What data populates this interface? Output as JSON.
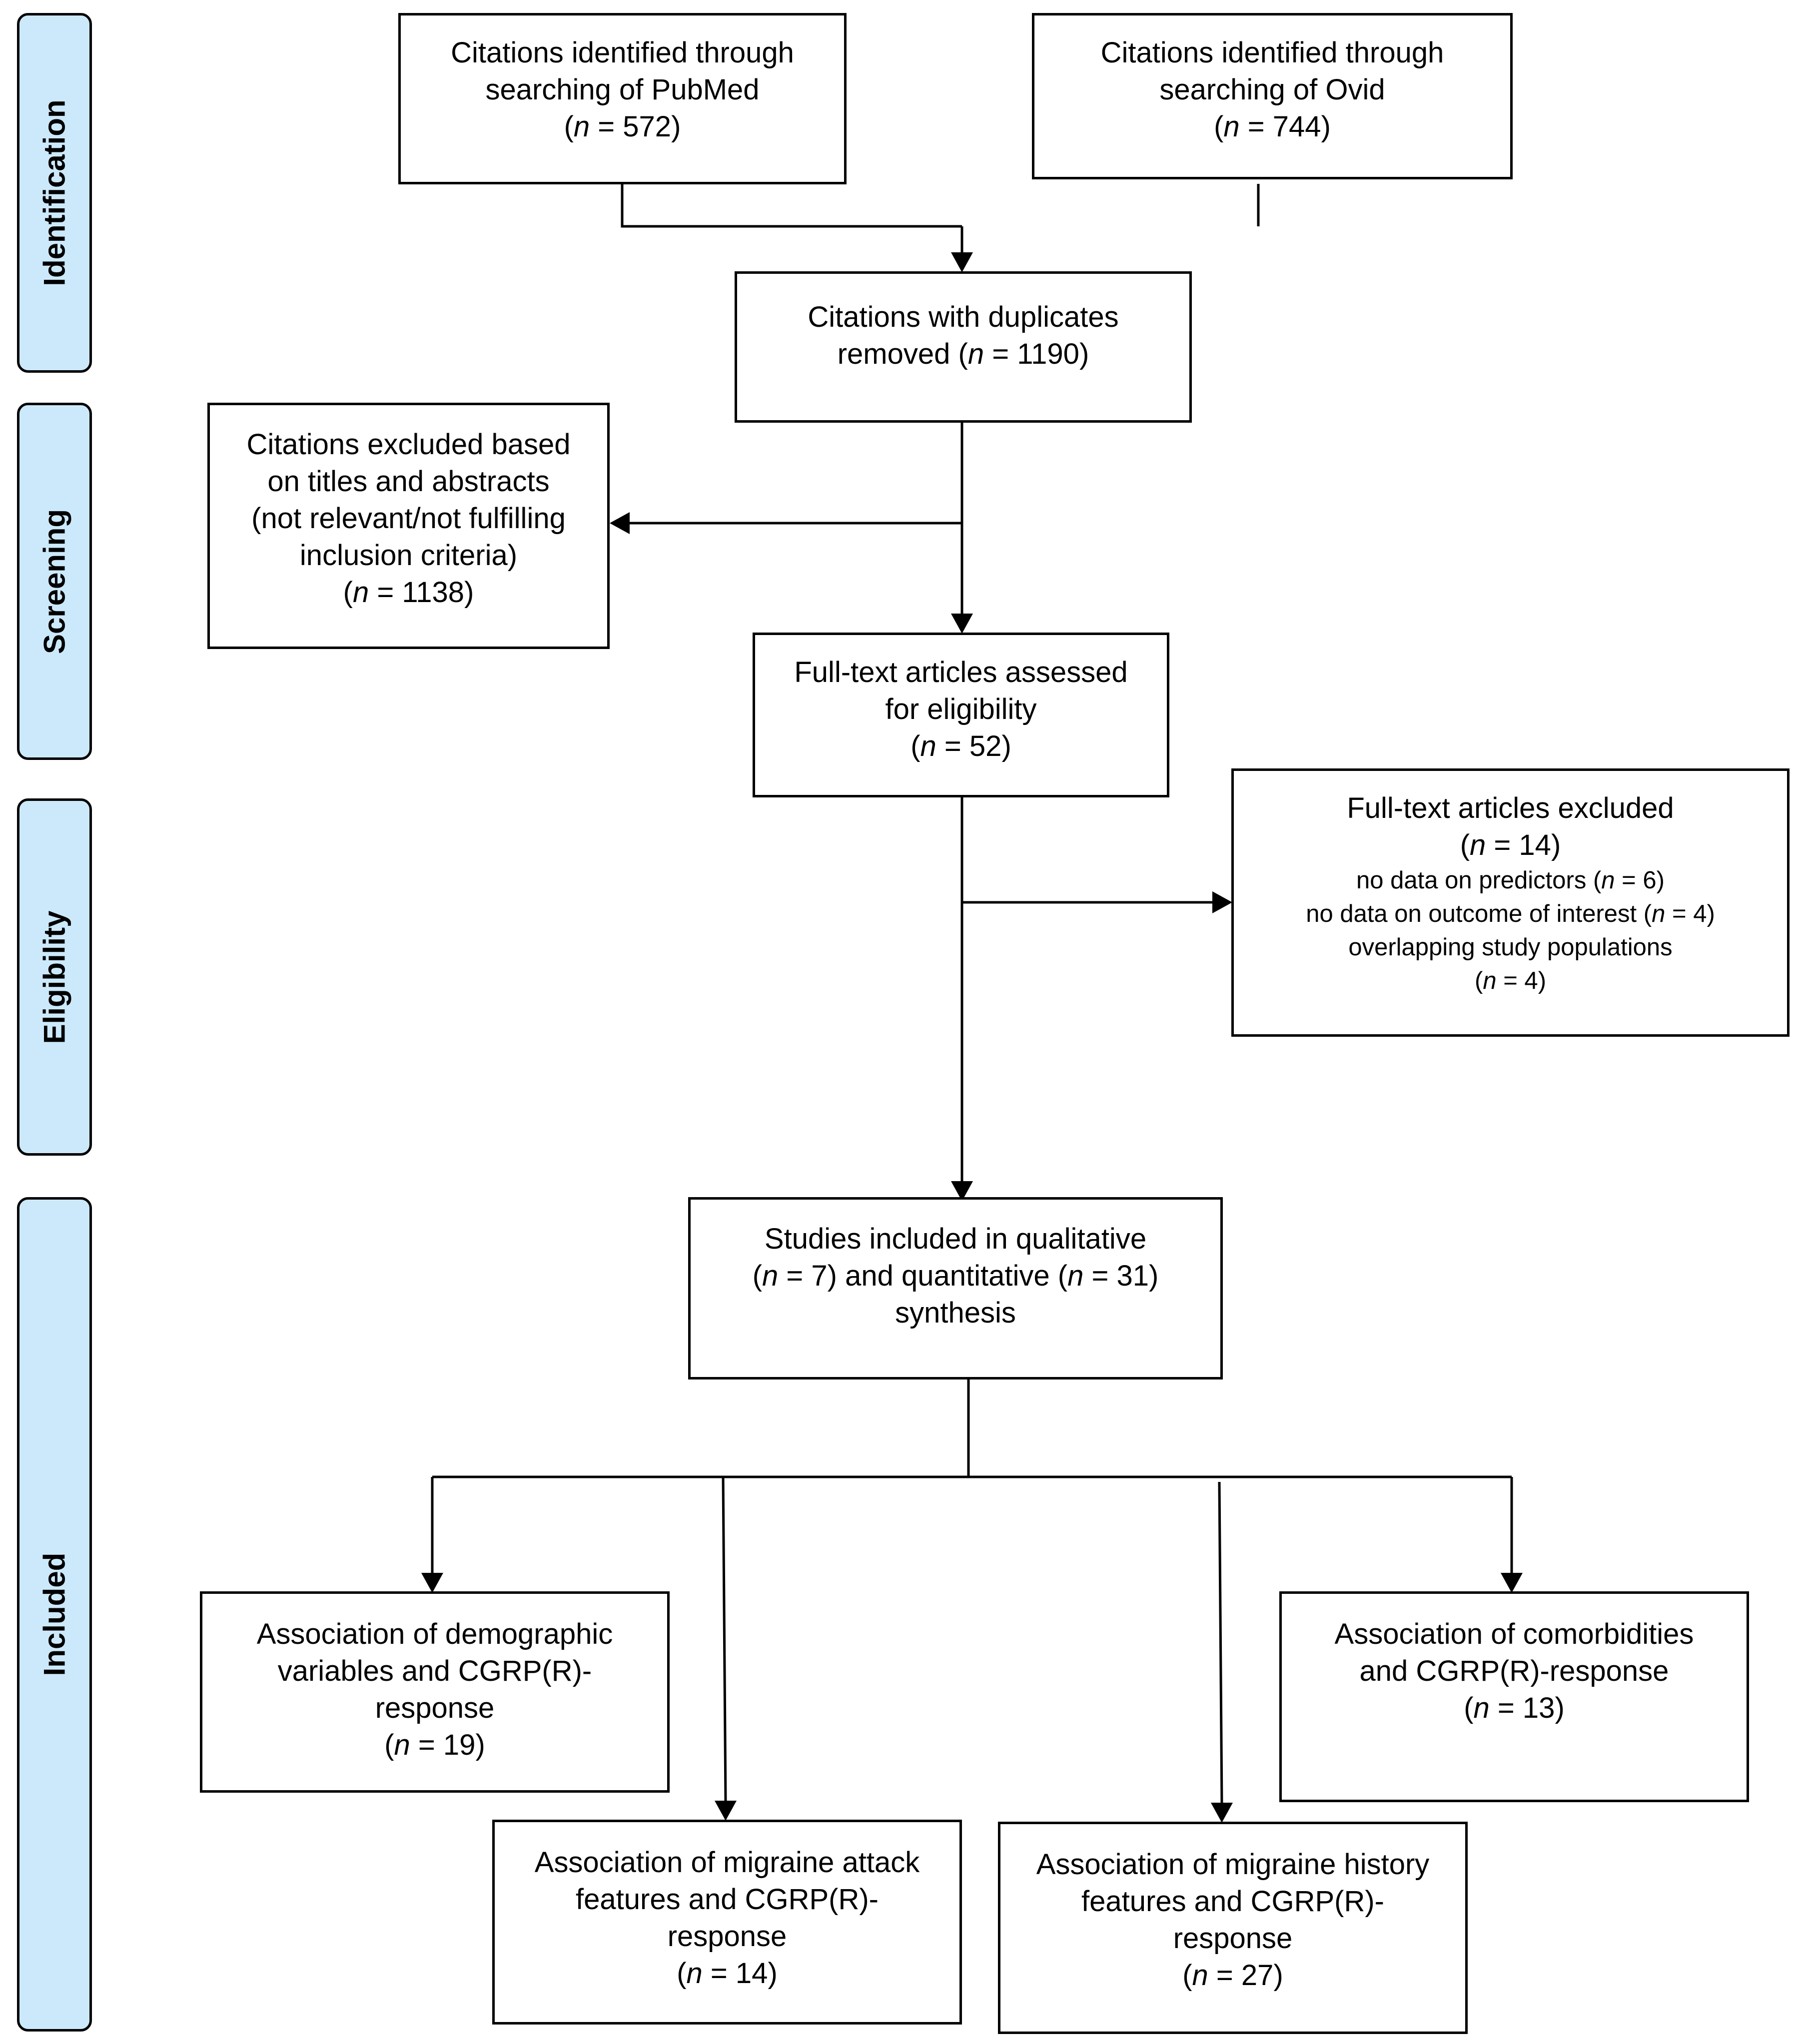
{
  "stages": [
    {
      "id": "identification",
      "label": "Identification"
    },
    {
      "id": "screening",
      "label": "Screening"
    },
    {
      "id": "eligibility",
      "label": "Eligibility"
    },
    {
      "id": "included",
      "label": "Included"
    }
  ],
  "boxes": {
    "pubmed": {
      "l1": "Citations identified through",
      "l2": "searching of PubMed",
      "n": "572"
    },
    "ovid": {
      "l1": "Citations identified through",
      "l2": "searching of Ovid",
      "n": "744"
    },
    "duplicates": {
      "l1": "Citations with duplicates",
      "l2": "removed (",
      "n": "1190"
    },
    "excluded_titles": {
      "l1": "Citations excluded based",
      "l2": "on titles and abstracts",
      "l3": "(not relevant/not fulfilling",
      "l4": "inclusion criteria)",
      "n": "1138"
    },
    "fulltext": {
      "l1": "Full-text articles assessed",
      "l2": "for eligibility",
      "n": "52"
    },
    "fulltext_excluded": {
      "l1": "Full-text articles excluded",
      "n": "14",
      "r1": "no data on predictors (",
      "r1n": "6",
      "r2": "no data on outcome of interest (",
      "r2n": "4",
      "r3": "overlapping study populations",
      "r3n": "4"
    },
    "included": {
      "l1": "Studies included in qualitative",
      "n_qual": "7",
      "mid": ") and quantitative (",
      "n_quant": "31",
      "l3": "synthesis"
    },
    "demographic": {
      "l1": "Association of demographic",
      "l2": "variables and CGRP(R)-",
      "l3": "response",
      "n": "19"
    },
    "comorbidities": {
      "l1": "Association of comorbidities",
      "l2": "and CGRP(R)-response",
      "n": "13"
    },
    "attack": {
      "l1": "Association of migraine attack",
      "l2": "features and CGRP(R)-",
      "l3": "response",
      "n": "14"
    },
    "history": {
      "l1": "Association of migraine history",
      "l2": "features and CGRP(R)-",
      "l3": "response",
      "n": "27"
    }
  },
  "n_symbol": "n",
  "eq": " = ",
  "colors": {
    "stage_fill": "#cce9fb",
    "stroke": "#000000"
  }
}
